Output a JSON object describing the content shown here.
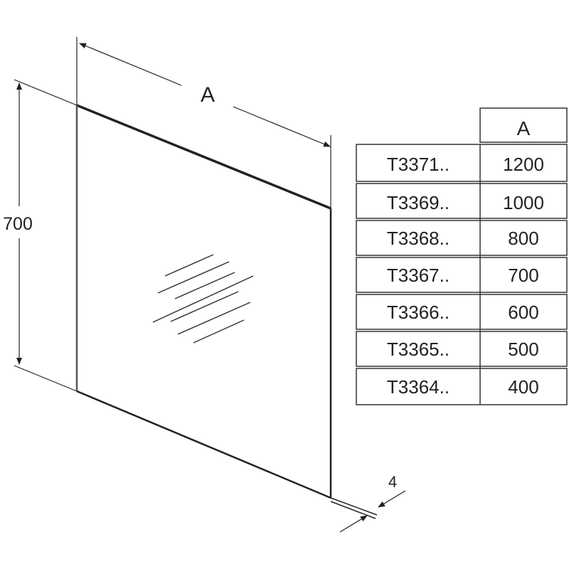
{
  "dimensions": {
    "width_label": "A",
    "height_label": "700",
    "thickness_label": "4"
  },
  "table": {
    "header": [
      "",
      "A"
    ],
    "rows": [
      {
        "code": "T3371..",
        "a": "1200"
      },
      {
        "code": "T3369..",
        "a": "1000"
      },
      {
        "code": "T3368..",
        "a": "800"
      },
      {
        "code": "T3367..",
        "a": "700"
      },
      {
        "code": "T3366..",
        "a": "600"
      },
      {
        "code": "T3365..",
        "a": "500"
      },
      {
        "code": "T3364..",
        "a": "400"
      }
    ]
  }
}
